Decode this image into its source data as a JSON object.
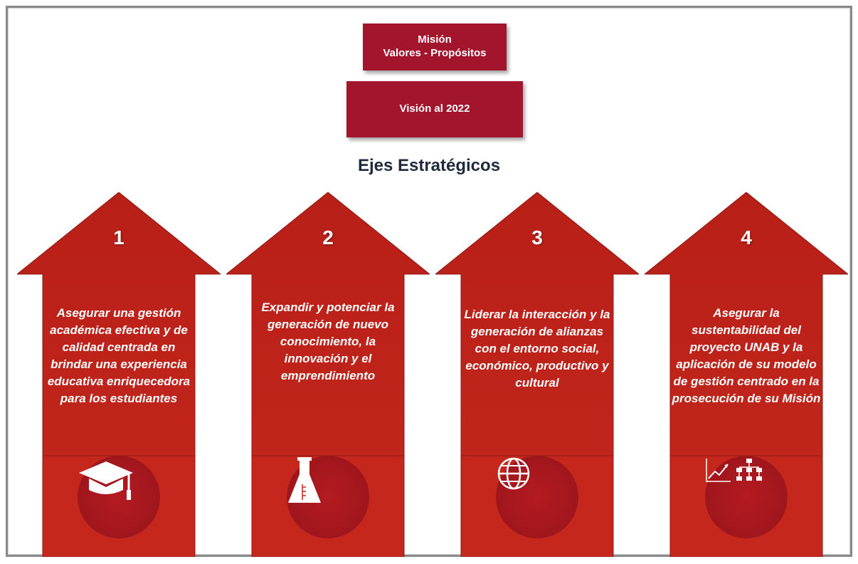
{
  "top": {
    "mision_line1": "Misión",
    "mision_line2": "Valores - Propósitos",
    "vision": "Visión al 2022"
  },
  "section_title": "Ejes Estratégicos",
  "colors": {
    "box_red": "#a3152c",
    "arrow_red": "#c0241b",
    "icon_circle": "#a3161d"
  },
  "axes": [
    {
      "number": "1",
      "text": "Asegurar una gestión académica efectiva y de calidad centrada en brindar una experiencia educativa enriquecedora para los estudiantes",
      "icon": "graduation-cap-icon"
    },
    {
      "number": "2",
      "text": "Expandir y potenciar la generación de nuevo conocimiento, la innovación y el emprendimiento",
      "icon": "flask-icon"
    },
    {
      "number": "3",
      "text": "Liderar la interacción y la generación de alianzas con el entorno social, económico, productivo y cultural",
      "icon": "globe-icon"
    },
    {
      "number": "4",
      "text": "Asegurar la sustentabilidad del proyecto UNAB y la aplicación de su modelo de gestión centrado en la prosecución de su Misión",
      "icon": "chart-org-icon"
    }
  ]
}
